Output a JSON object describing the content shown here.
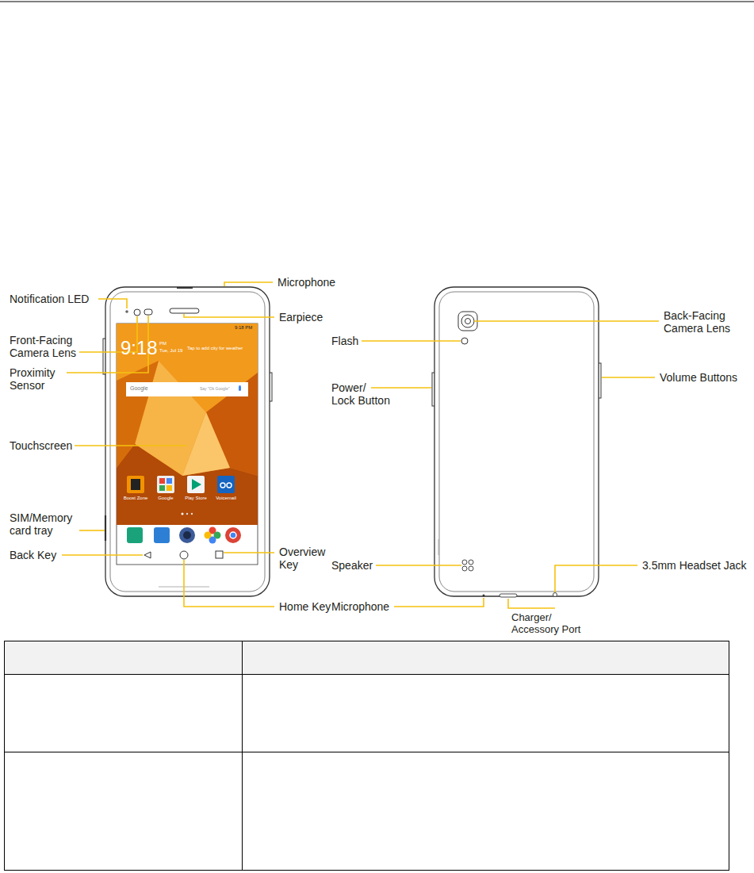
{
  "diagram": {
    "labels": [
      "Microphone",
      "Notification LED",
      "Earpiece",
      "Front-Facing Camera Lens",
      "Proximity Sensor",
      "Touchscreen",
      "SIM/Memory card tray",
      "Back Key",
      "Overview Key",
      "Home Key",
      "Back-Facing Camera Lens",
      "Flash",
      "Power/ Lock Button",
      "Volume Buttons",
      "Speaker",
      "3.5mm Headset Jack",
      "Microphone",
      "Charger/ Accessory Port",
      "9:18 PM",
      "9:18",
      "PM",
      "Tue, Jul 19",
      "Tap to add city for weather",
      "Google",
      "Say \"Ok Google\"",
      "Boost Zone",
      "Google",
      "Play Store",
      "Voicemail"
    ]
  }
}
